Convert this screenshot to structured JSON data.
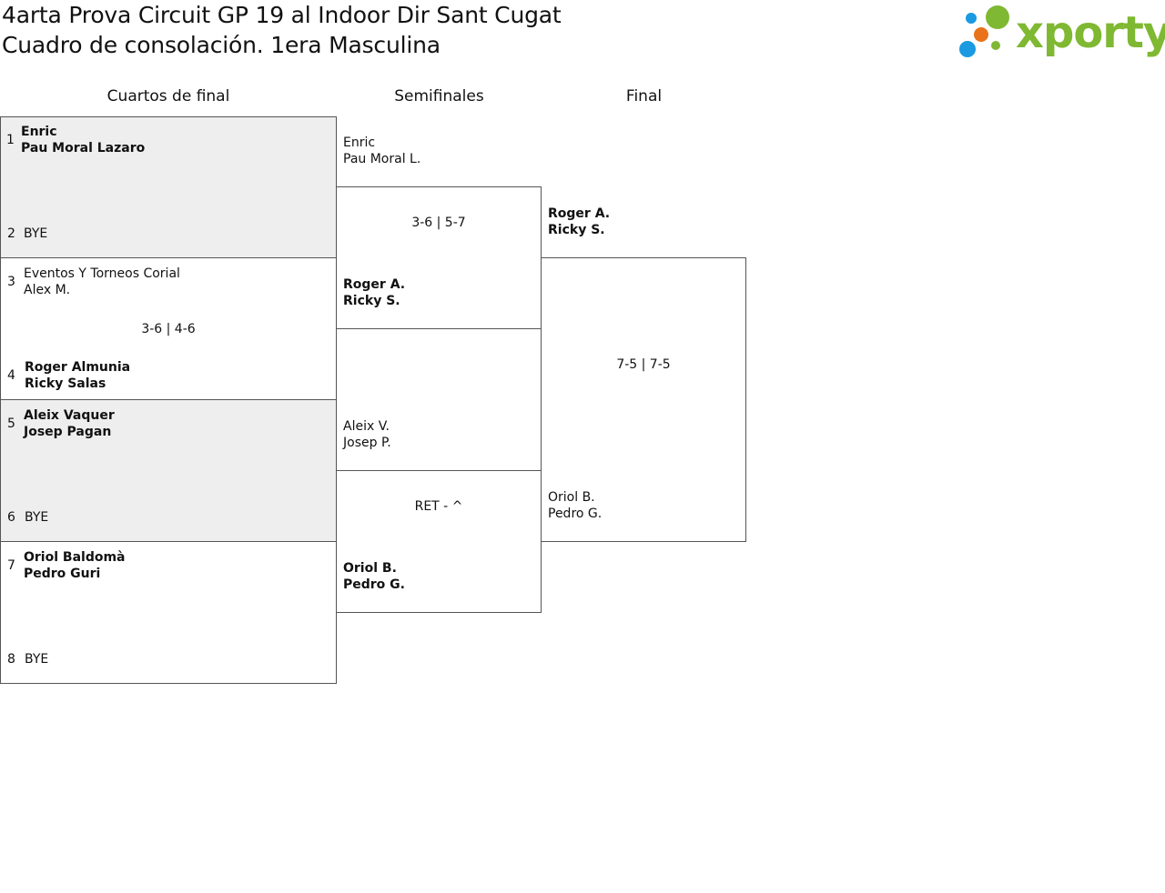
{
  "header": {
    "title_line1": "4arta Prova Circuit GP 19 al Indoor Dir Sant Cugat",
    "title_line2": "Cuadro de consolación. 1era Masculina"
  },
  "logo": {
    "text": "xporty",
    "colors": {
      "blue": "#1a9ae0",
      "orange": "#e8731a",
      "green": "#7fb832"
    }
  },
  "rounds": [
    "Cuartos de final",
    "Semifinales",
    "Final"
  ],
  "quarterfinals": [
    {
      "seed_a": "1",
      "a1": "Enric",
      "a2": "Pau Moral Lazaro",
      "seed_b": "2",
      "b1": "BYE",
      "b2": "",
      "score": ""
    },
    {
      "seed_a": "3",
      "a1": "Eventos Y Torneos Corial",
      "a2": "Alex M.",
      "seed_b": "4",
      "b1": "Roger Almunia",
      "b2": "Ricky Salas",
      "score": "3-6 | 4-6"
    },
    {
      "seed_a": "5",
      "a1": "Aleix Vaquer",
      "a2": "Josep Pagan",
      "seed_b": "6",
      "b1": "BYE",
      "b2": "",
      "score": ""
    },
    {
      "seed_a": "7",
      "a1": "Oriol Baldomà",
      "a2": "Pedro Guri",
      "seed_b": "8",
      "b1": "BYE",
      "b2": "",
      "score": ""
    }
  ],
  "semifinals": [
    {
      "a1": "Enric",
      "a2": "Pau Moral L.",
      "b1": "Roger A.",
      "b2": "Ricky S.",
      "score": "3-6 | 5-7"
    },
    {
      "a1": "Aleix V.",
      "a2": "Josep P.",
      "b1": "Oriol B.",
      "b2": "Pedro G.",
      "score": "RET - ^"
    }
  ],
  "final": {
    "a1": "Roger A.",
    "a2": "Ricky S.",
    "b1": "Oriol B.",
    "b2": "Pedro G.",
    "score": "7-5 | 7-5"
  }
}
